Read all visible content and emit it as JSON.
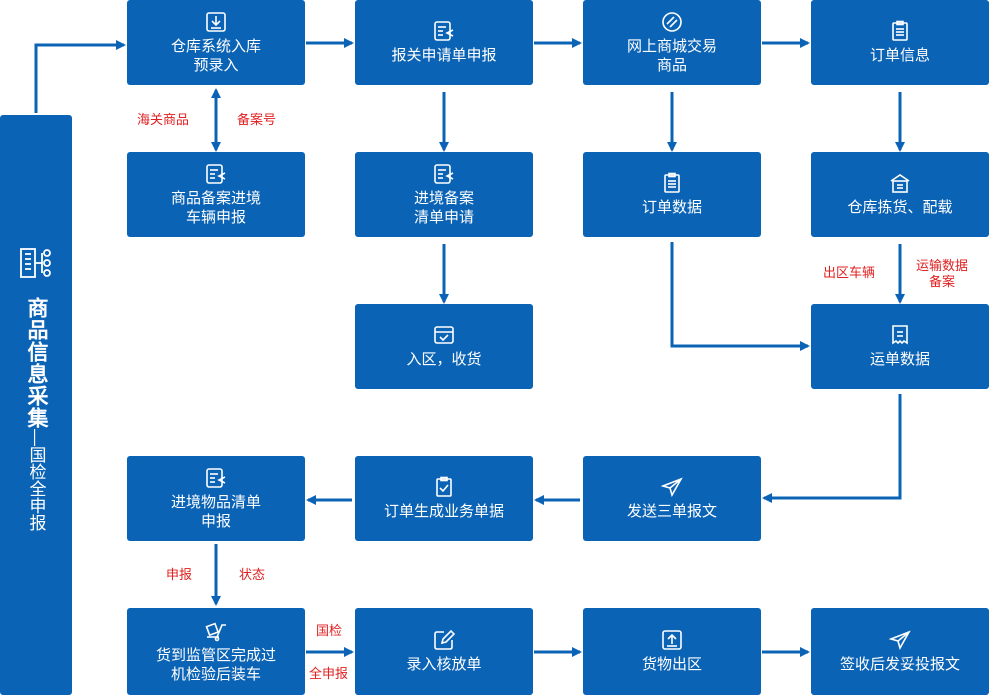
{
  "sidebar": {
    "title": "商品信息采集",
    "subtitle": "—国检全申报"
  },
  "boxes": {
    "b1": "仓库系统入库\n预录入",
    "b2": "报关申请单申报",
    "b3": "网上商城交易\n商品",
    "b4": "订单信息",
    "b5": "商品备案进境\n车辆申报",
    "b6": "进境备案\n清单申请",
    "b7": "订单数据",
    "b8": "仓库拣货、配载",
    "b9": "入区，收货",
    "b10": "运单数据",
    "b11": "进境物品清单\n申报",
    "b12": "订单生成业务单据",
    "b13": "发送三单报文",
    "b14": "货到监管区完成过\n机检验后装车",
    "b15": "录入核放单",
    "b16": "货物出区",
    "b17": "签收后发妥投报文"
  },
  "notes": {
    "haiguan": "海关商品",
    "beian": "备案号",
    "chuqu": "出区车辆",
    "yunshu": "运输数据\n备案",
    "shenbao": "申报",
    "zhuangtai": "状态",
    "guojian": "国检",
    "quanshenbao": "全申报"
  },
  "icons": {
    "b1": "download-icon",
    "b2": "form-icon",
    "b3": "diagonal-circle-icon",
    "b4": "clipboard-icon",
    "b5": "form-icon",
    "b6": "form-icon",
    "b7": "clipboard-icon",
    "b8": "warehouse-icon",
    "b9": "inbox-check-icon",
    "b10": "receipt-icon",
    "b11": "form-icon",
    "b12": "clipboard-check-icon",
    "b13": "paper-plane-icon",
    "b14": "cart-icon",
    "b15": "edit-icon",
    "b16": "upload-icon",
    "b17": "paper-plane-icon",
    "sidebar": "org-chart-icon"
  },
  "colors": {
    "box": "#0b63b5",
    "arrow": "#0b63b5",
    "note": "#e02020"
  }
}
